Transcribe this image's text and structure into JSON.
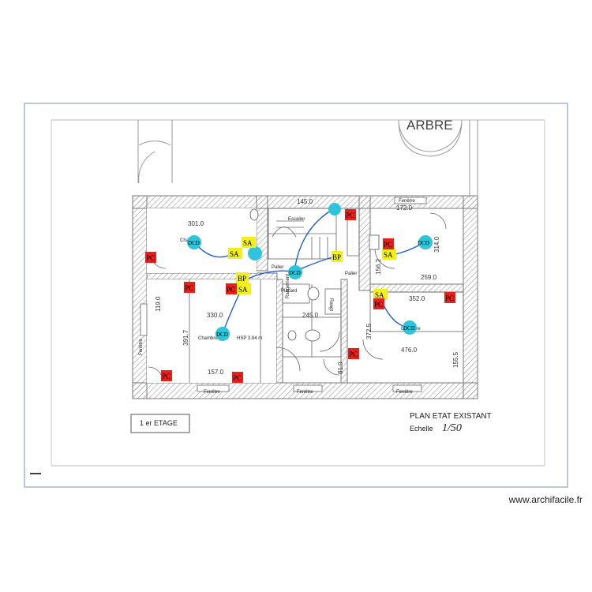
{
  "plan": {
    "tree_label": "ARBRE",
    "floor_label": "1 er  ETAGE",
    "plan_title": "PLAN ETAT EXISTANT",
    "scale_label": "Echelle",
    "scale_value": "1/50"
  },
  "rooms": {
    "escalier": "Escalier",
    "palier_left": "Palier",
    "palier_right": "Palier",
    "chambre_left": "Chambre",
    "chambre_main": "Chambre",
    "hsp": "HSP 3.84 m",
    "chambre_right": "Chambre",
    "placard": "Placard",
    "rangt": "Rangt",
    "rangement": "Rangement"
  },
  "windows": {
    "fenetre_top": "Fenêtre",
    "fenetre_bottom_left": "Fenêtre",
    "fenetre_bottom_mid": "Fenêtre",
    "fenetre_bottom_right": "Fenêtre",
    "fenetre_side_left": "Fenêtre"
  },
  "dimensions": {
    "d_301": "301.0",
    "d_145": "145.0",
    "d_172": "172.0",
    "d_259": "259.0",
    "d_352": "352.0",
    "d_245": "245.0",
    "d_476": "476.0",
    "d_372": "372.5",
    "d_1552": "155.5",
    "d_391": "391.7",
    "d_810": "81.0",
    "d_1562": "156.2",
    "d_3140": "314.0",
    "d_1190": "119.0",
    "d_157": "157.0",
    "d_330": "330.0"
  },
  "markers": {
    "pc": "PC",
    "sa": "SA",
    "bp": "BP",
    "dcd": "DCD"
  },
  "colors": {
    "pc": "#e8201c",
    "sa": "#f2ef1d",
    "dcd": "#2ec4d9",
    "wire": "#1f5fd6",
    "frame": "#9db8cc",
    "hatch": "#888888"
  },
  "credit": "www.archifacile.fr"
}
